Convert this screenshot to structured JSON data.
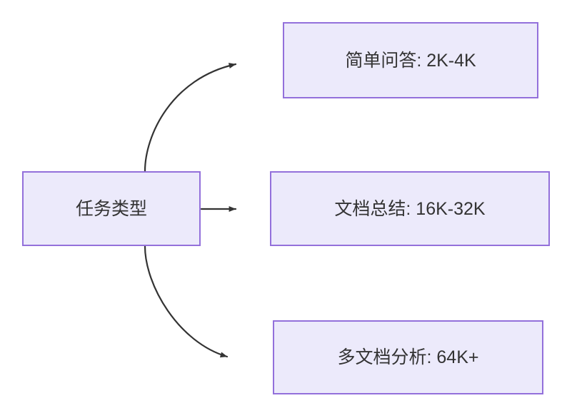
{
  "diagram": {
    "type": "flowchart",
    "direction": "left-to-right",
    "background_color": "#FFFFFF",
    "node_fill_color": "#ECEAFB",
    "node_border_color": "#9370DB",
    "node_text_color": "#333333",
    "edge_color": "#333333",
    "source_node": {
      "id": "task-type",
      "label": "任务类型"
    },
    "target_nodes": [
      {
        "id": "simple-qa",
        "label": "简单问答: 2K-4K"
      },
      {
        "id": "doc-summary",
        "label": "文档总结: 16K-32K"
      },
      {
        "id": "multi-doc-analysis",
        "label": "多文档分析: 64K+"
      }
    ],
    "edges": [
      {
        "from": "task-type",
        "to": "simple-qa",
        "label": "",
        "style": "curved",
        "arrow": "triangle"
      },
      {
        "from": "task-type",
        "to": "doc-summary",
        "label": "",
        "style": "straight",
        "arrow": "triangle"
      },
      {
        "from": "task-type",
        "to": "multi-doc-analysis",
        "label": "",
        "style": "curved",
        "arrow": "triangle"
      }
    ]
  }
}
